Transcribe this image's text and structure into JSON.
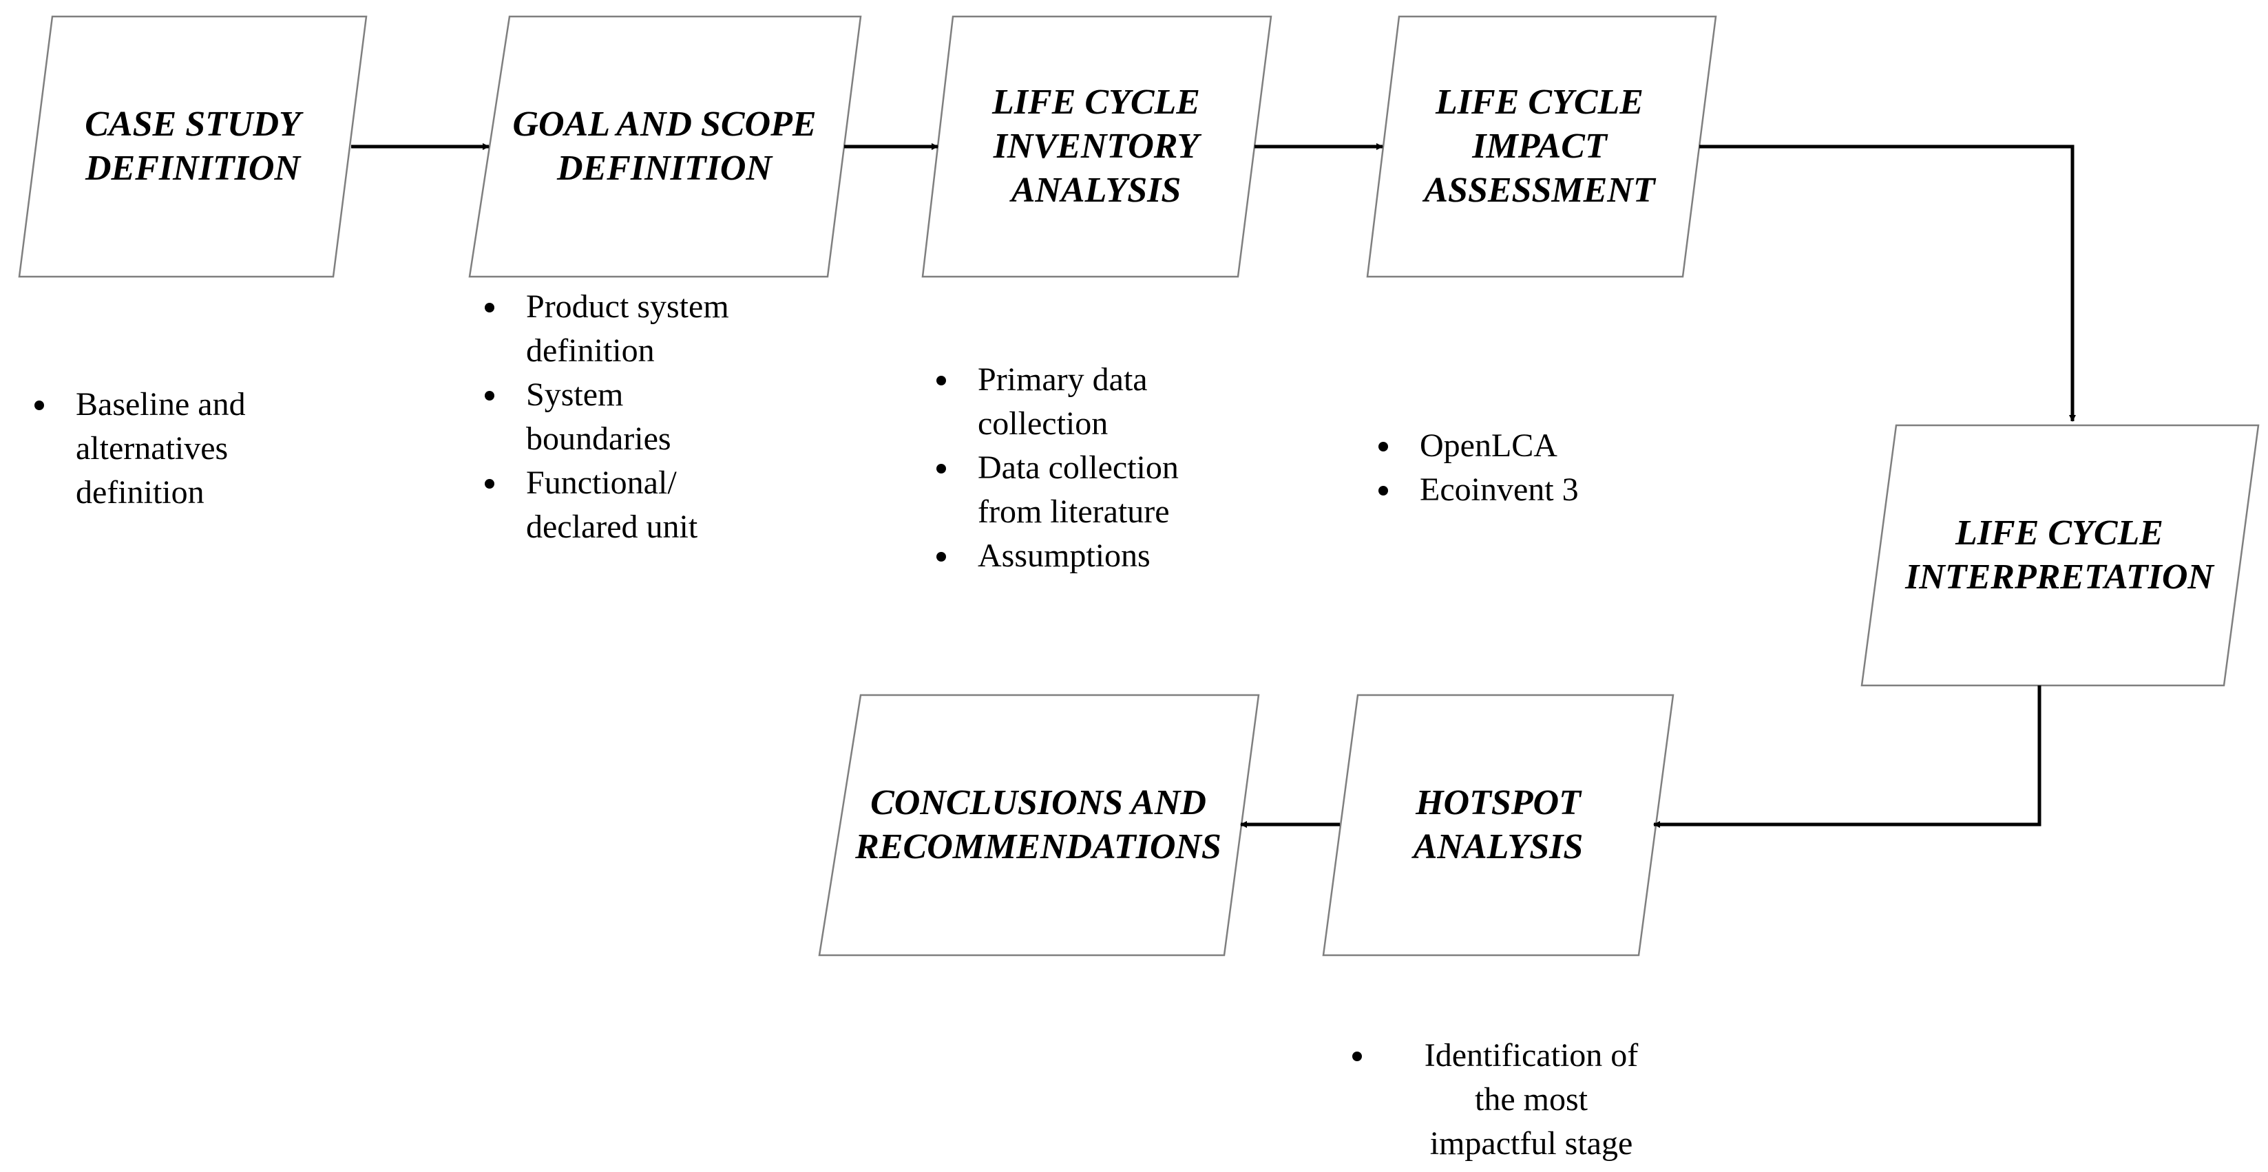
{
  "colors": {
    "stroke": "#000000",
    "box_border": "#7f7f7f",
    "background": "#ffffff"
  },
  "stages": {
    "case_study": "CASE STUDY\nDEFINITION",
    "goal_scope": "GOAL AND SCOPE\nDEFINITION",
    "inventory": "LIFE CYCLE\nINVENTORY\nANALYSIS",
    "impact": "LIFE CYCLE\nIMPACT\nASSESSMENT",
    "interpretation": "LIFE CYCLE\nINTERPRETATION",
    "hotspot": "HOTSPOT\nANALYSIS",
    "conclusions": "CONCLUSIONS AND\nRECOMMENDATIONS"
  },
  "notes": {
    "case_study": [
      "Baseline and\nalternatives\ndefinition"
    ],
    "goal_scope": [
      "Product system\ndefinition",
      "System\nboundaries",
      "Functional/\ndeclared unit"
    ],
    "inventory": [
      "Primary data\ncollection",
      "Data collection\nfrom literature",
      "Assumptions"
    ],
    "impact": [
      "OpenLCA",
      "Ecoinvent 3"
    ],
    "hotspot": [
      "Identification of\nthe most\nimpactful stage"
    ]
  }
}
